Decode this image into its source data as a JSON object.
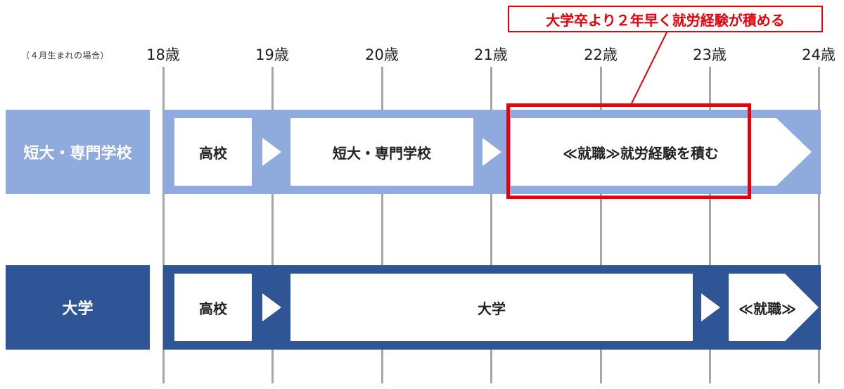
{
  "note": "（４月生まれの場合）",
  "ages": [
    "18歳",
    "19歳",
    "20歳",
    "21歳",
    "22歳",
    "23歳",
    "24歳"
  ],
  "callout": "大学卒より２年早く就労経験が積める",
  "rows": [
    {
      "label": "短大・専門学校",
      "color": "#8faadc",
      "segments": [
        "高校",
        "短大・専門学校",
        "≪就職≫就労経験を積む"
      ]
    },
    {
      "label": "大学",
      "color": "#2f5597",
      "segments": [
        "高校",
        "大学",
        "≪就職≫"
      ]
    }
  ],
  "colors": {
    "highlight": "#e8000b",
    "grid": "#a6a6a6"
  }
}
